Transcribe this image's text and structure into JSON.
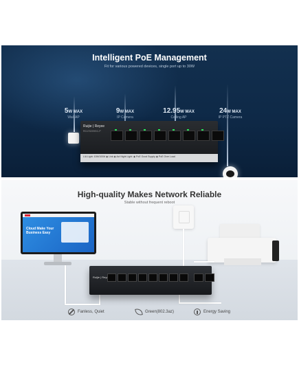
{
  "top_banner": {
    "title": "Intelligent PoE Management",
    "subtitle": "Fit for various powered devices, single port up to 30W",
    "devices": [
      {
        "watt": "5",
        "unit": "W MAX",
        "label": "Wall AP"
      },
      {
        "watt": "9",
        "unit": "W MAX",
        "label": "IP Camera"
      },
      {
        "watt": "12.95",
        "unit": "W MAX",
        "label": "Ceiling AP"
      },
      {
        "watt": "24",
        "unit": "W MAX",
        "label": "IP PTZ Camera"
      }
    ],
    "switch": {
      "brand": "Ruijie | Reyee",
      "model": "RG-ES209GC-P",
      "strip_text": "L/A Light: 10M/100M ◉ Link ◉ Act   Night Light: ◉ PoE Good Supply ◉ PoE Over Load"
    }
  },
  "bottom_banner": {
    "title": "High-quality Makes Network Reliable",
    "subtitle": "Stable without frequent reboot",
    "screen_text": "Cloud Make Your Business Easy",
    "switch_brand": "Ruijie | Reyee",
    "features": [
      {
        "label": "Fanless, Quiet",
        "icon": "fan-icon"
      },
      {
        "label": "Green(802.3az)",
        "icon": "leaf-icon"
      },
      {
        "label": "Energy Saving",
        "icon": "energy-icon"
      }
    ]
  },
  "colors": {
    "top_bg": "#0e2947",
    "bottom_bg": "#eef1f4",
    "led_green": "#29e35a"
  }
}
